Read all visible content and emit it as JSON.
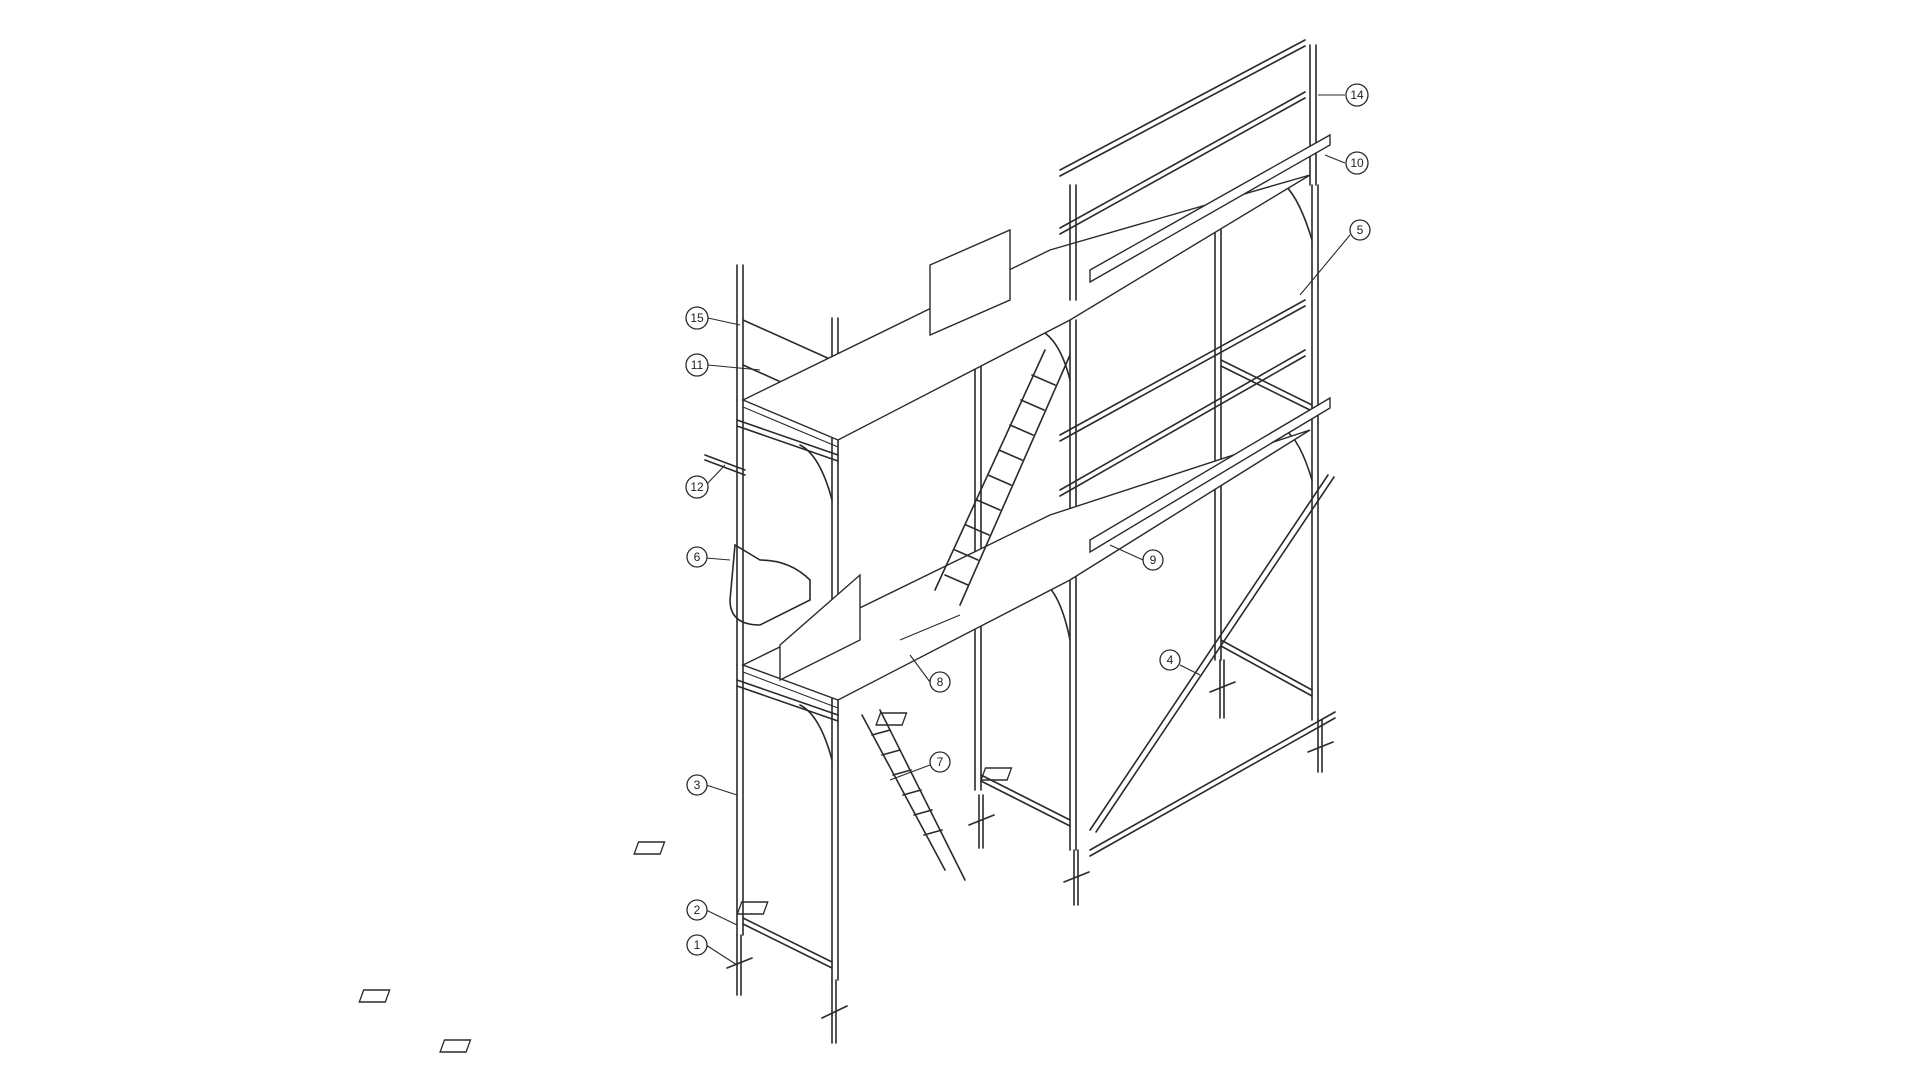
{
  "diagram": {
    "callouts": [
      {
        "id": "callout-1",
        "label": "1"
      },
      {
        "id": "callout-2",
        "label": "2"
      },
      {
        "id": "callout-3",
        "label": "3"
      },
      {
        "id": "callout-4",
        "label": "4"
      },
      {
        "id": "callout-5",
        "label": "5"
      },
      {
        "id": "callout-6",
        "label": "6"
      },
      {
        "id": "callout-7",
        "label": "7"
      },
      {
        "id": "callout-8",
        "label": "8"
      },
      {
        "id": "callout-9",
        "label": "9"
      },
      {
        "id": "callout-10",
        "label": "10"
      },
      {
        "id": "callout-11",
        "label": "11"
      },
      {
        "id": "callout-12",
        "label": "12"
      },
      {
        "id": "callout-14",
        "label": "14"
      },
      {
        "id": "callout-15",
        "label": "15"
      }
    ]
  }
}
